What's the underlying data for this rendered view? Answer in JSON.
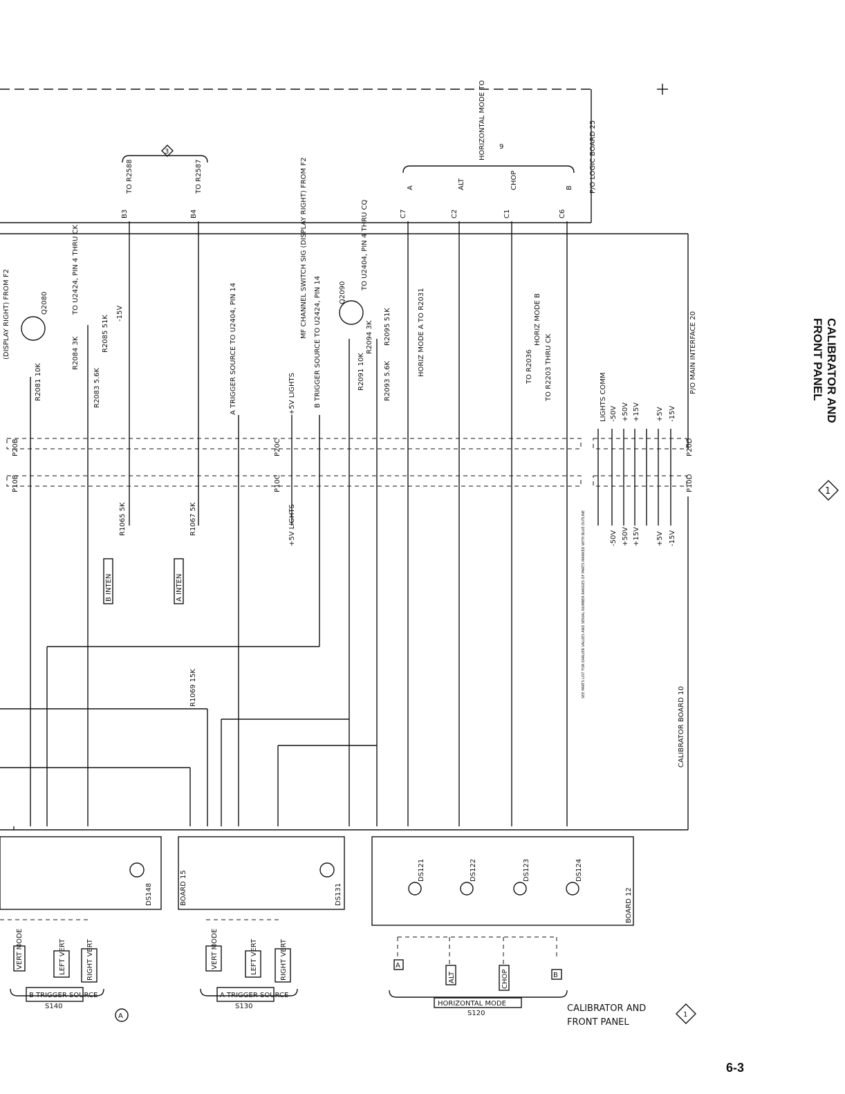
{
  "header": {
    "title_line1": "CALIBRATOR AND",
    "title_line2": "FRONT PANEL",
    "diamond_number": "1"
  },
  "footer": {
    "page_number": "6-3",
    "caption_line1": "CALIBRATOR AND",
    "caption_line2": "FRONT PANEL",
    "caption_diamond_number": "1",
    "corner_mark": "A"
  },
  "boards": {
    "logic": "P/O LOGIC BOARD 25",
    "main_interface": "P/O MAIN INTERFACE 20",
    "calibrator": "CALIBRATOR BOARD 10",
    "board_15": "BOARD 15",
    "board_12": "BOARD 12"
  },
  "connectors": {
    "p20b": "P20B",
    "p10b": "P10B",
    "p20c": "P20C",
    "p10c": "P10C",
    "p20d": "P20D",
    "p10d": "P10D"
  },
  "top_labels": {
    "b3": "B3",
    "b4": "B4",
    "to_r2588": "TO R2588",
    "to_r2587": "TO R2587",
    "c7": "C7",
    "c2": "C2",
    "c1": "C1",
    "c6": "C6",
    "a": "A",
    "alt": "ALT",
    "chop": "CHOP",
    "b": "B",
    "horizontal_mode": "HORIZONTAL MODE TO",
    "diamond_3": "3",
    "diamond_9": "9"
  },
  "components": {
    "q2080": "Q2080",
    "q2090": "Q2090",
    "r2081": "R2081 10K",
    "r2083": "R2083 5.6K",
    "r2084": "R2084 3K",
    "r2085": "R2085 51K",
    "r2091": "R2091 10K",
    "r2093": "R2093 5.6K",
    "r2094": "R2094 3K",
    "r2095": "R2095 51K",
    "r1065": "R1065 5K",
    "r1067": "R1067 5K",
    "r1069": "R1069 15K",
    "to_u2424": "TO U2424, PIN 4 THRU CK",
    "to_u2404": "TO U2404, PIN 4 THRU CQ",
    "display_right": "(DISPLAY RIGHT) FROM F2",
    "mf_channel": "MF CHANNEL SWITCH SIG (DISPLAY RIGHT) FROM F2",
    "a_trigger": "A TRIGGER SOURCE TO U2404, PIN 14",
    "b_trigger": "B TRIGGER SOURCE TO U2424, PIN 14",
    "horiz_mode_a": "HORIZ MODE A TO R2031",
    "horiz_mode_b": "HORIZ MODE B",
    "to_r2036": "TO R2036",
    "to_r2203": "TO R2203 THRU CK",
    "lights_comm": "LIGHTS COMM",
    "minus_15v": "-15V",
    "plus_5v_lights": "+5V LIGHTS",
    "b_inten": "B INTEN",
    "a_inten": "A INTEN",
    "parts_note": "SEE PARTS LIST FOR EARLIER VALUES AND SERIAL NUMBER RANGES OF PARTS MARKED WITH BLUE OUTLINE"
  },
  "supplies_right": [
    "LIGHTS COMM",
    "-50V",
    "+50V",
    "+15V",
    "+5V",
    "-15V"
  ],
  "supplies_left": [
    "-50V",
    "+50V",
    "+15V",
    "+5V",
    "-15V"
  ],
  "switches": {
    "b_trigger_source": "B TRIGGER SOURCE",
    "s140": "S140",
    "a_trigger_source": "A TRIGGER SOURCE",
    "s130": "S130",
    "horizontal_mode": "HORIZONTAL MODE",
    "s120": "S120",
    "vert_mode": "VERT MODE",
    "left_vert": "LEFT VERT",
    "right_vert": "RIGHT VERT",
    "sw_a": "A",
    "sw_alt": "ALT",
    "sw_chop": "CHOP",
    "sw_b": "B"
  },
  "lamps": [
    "DS148",
    "DS131",
    "DS121",
    "DS122",
    "DS123",
    "DS124"
  ]
}
